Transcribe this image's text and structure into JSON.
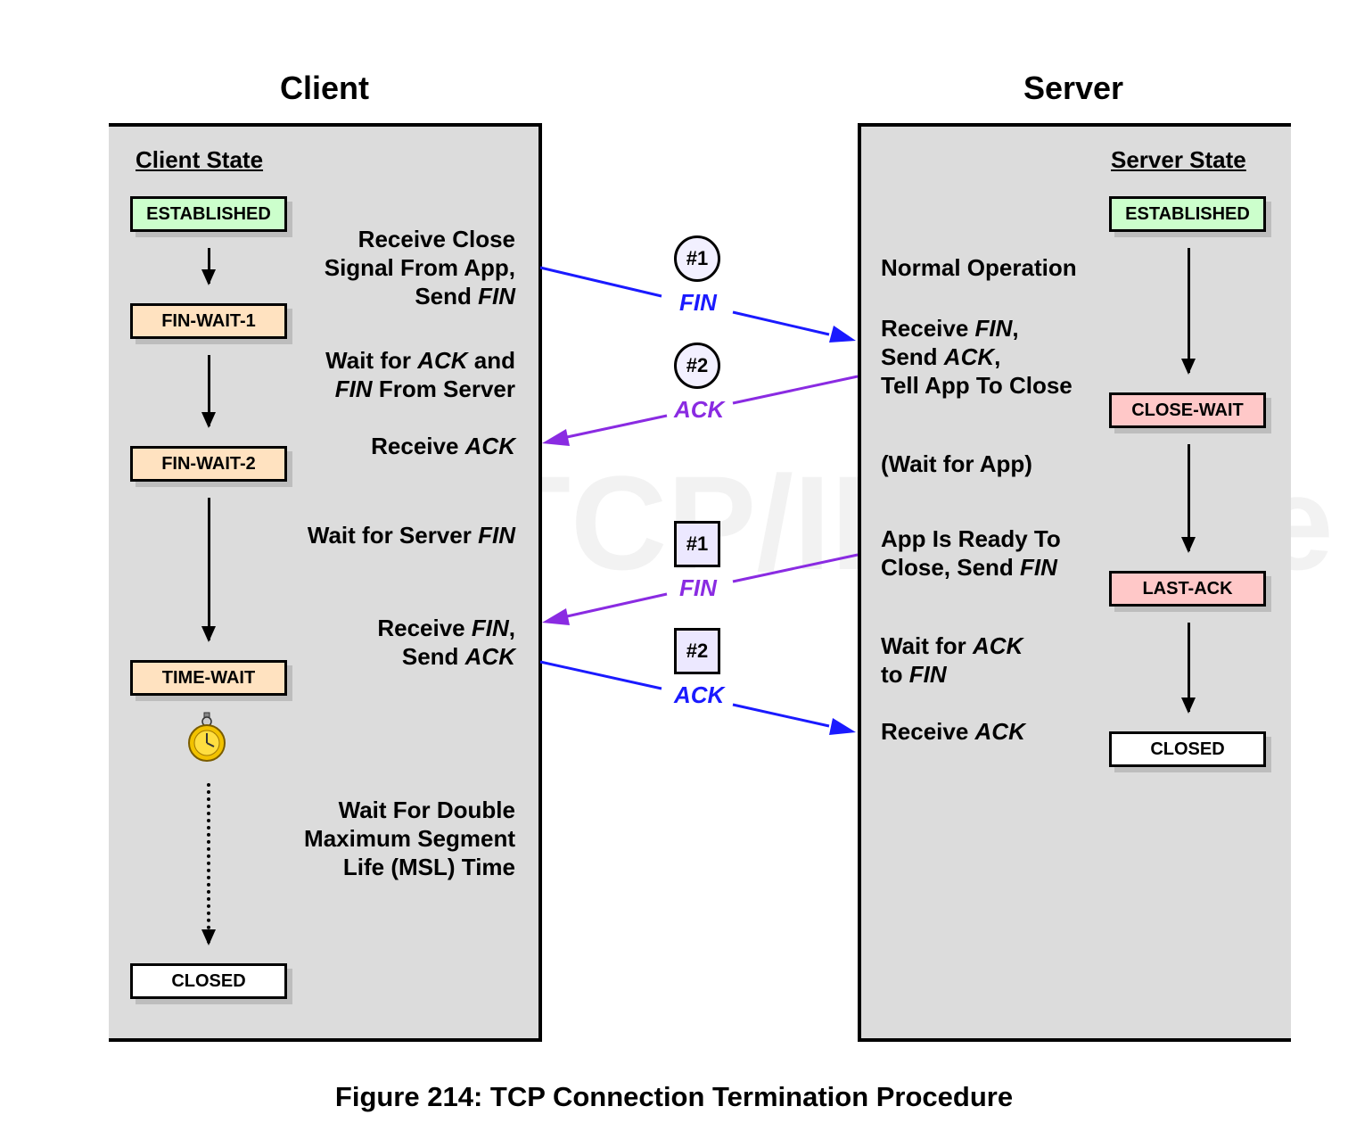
{
  "client": {
    "title": "Client",
    "state_heading": "Client State",
    "states": [
      "ESTABLISHED",
      "FIN-WAIT-1",
      "FIN-WAIT-2",
      "TIME-WAIT",
      "CLOSED"
    ],
    "descriptions": {
      "receive_close": [
        "Receive Close",
        "Signal From App,",
        "Send "
      ],
      "wait_ack": [
        "Wait for ",
        " and",
        " From Server"
      ],
      "receive_ack": "Receive ",
      "wait_server_fin": "Wait for Server ",
      "receive_fin": [
        "Receive ",
        ",",
        "Send "
      ],
      "wait_double": [
        "Wait For Double",
        "Maximum Segment",
        "Life (MSL) Time"
      ]
    }
  },
  "server": {
    "title": "Server",
    "state_heading": "Server State",
    "states": [
      "ESTABLISHED",
      "CLOSE-WAIT",
      "LAST-ACK",
      "CLOSED"
    ],
    "descriptions": {
      "normal": "Normal Operation",
      "receive_fin": [
        "Receive ",
        ",",
        "Send ",
        ",",
        "Tell App To Close"
      ],
      "wait_app": "(Wait for App)",
      "app_ready": [
        "App Is Ready To",
        "Close, Send "
      ],
      "wait_ack": [
        "Wait for ",
        "to "
      ],
      "receive_ack": "Receive "
    }
  },
  "terms": {
    "fin": "FIN",
    "ack": "ACK"
  },
  "segments": [
    {
      "badge": "#1",
      "label": "FIN",
      "color": "#1a1aff",
      "shape": "circle"
    },
    {
      "badge": "#2",
      "label": "ACK",
      "color": "#8a2be2",
      "shape": "circle"
    },
    {
      "badge": "#1",
      "label": "FIN",
      "color": "#8a2be2",
      "shape": "square"
    },
    {
      "badge": "#2",
      "label": "ACK",
      "color": "#1a1aff",
      "shape": "square"
    }
  ],
  "watermark": "The TCP/IP Guide",
  "caption": "Figure 214: TCP Connection Termination Procedure",
  "icons": {
    "timer": "stopwatch-icon"
  }
}
